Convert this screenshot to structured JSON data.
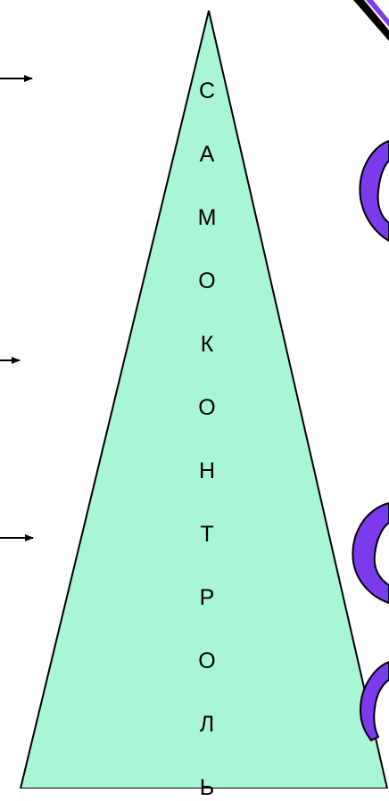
{
  "triangle": {
    "fill": "#a9f6d6",
    "stroke": "#000000",
    "letters": [
      "С",
      "А",
      "М",
      "О",
      "К",
      "О",
      "Н",
      "Т",
      "Р",
      "О",
      "Л",
      "Ь"
    ]
  },
  "arrows": {
    "count": 3,
    "color": "#000000"
  },
  "decor": {
    "purple": "#7c3aed",
    "outline": "#000000"
  }
}
